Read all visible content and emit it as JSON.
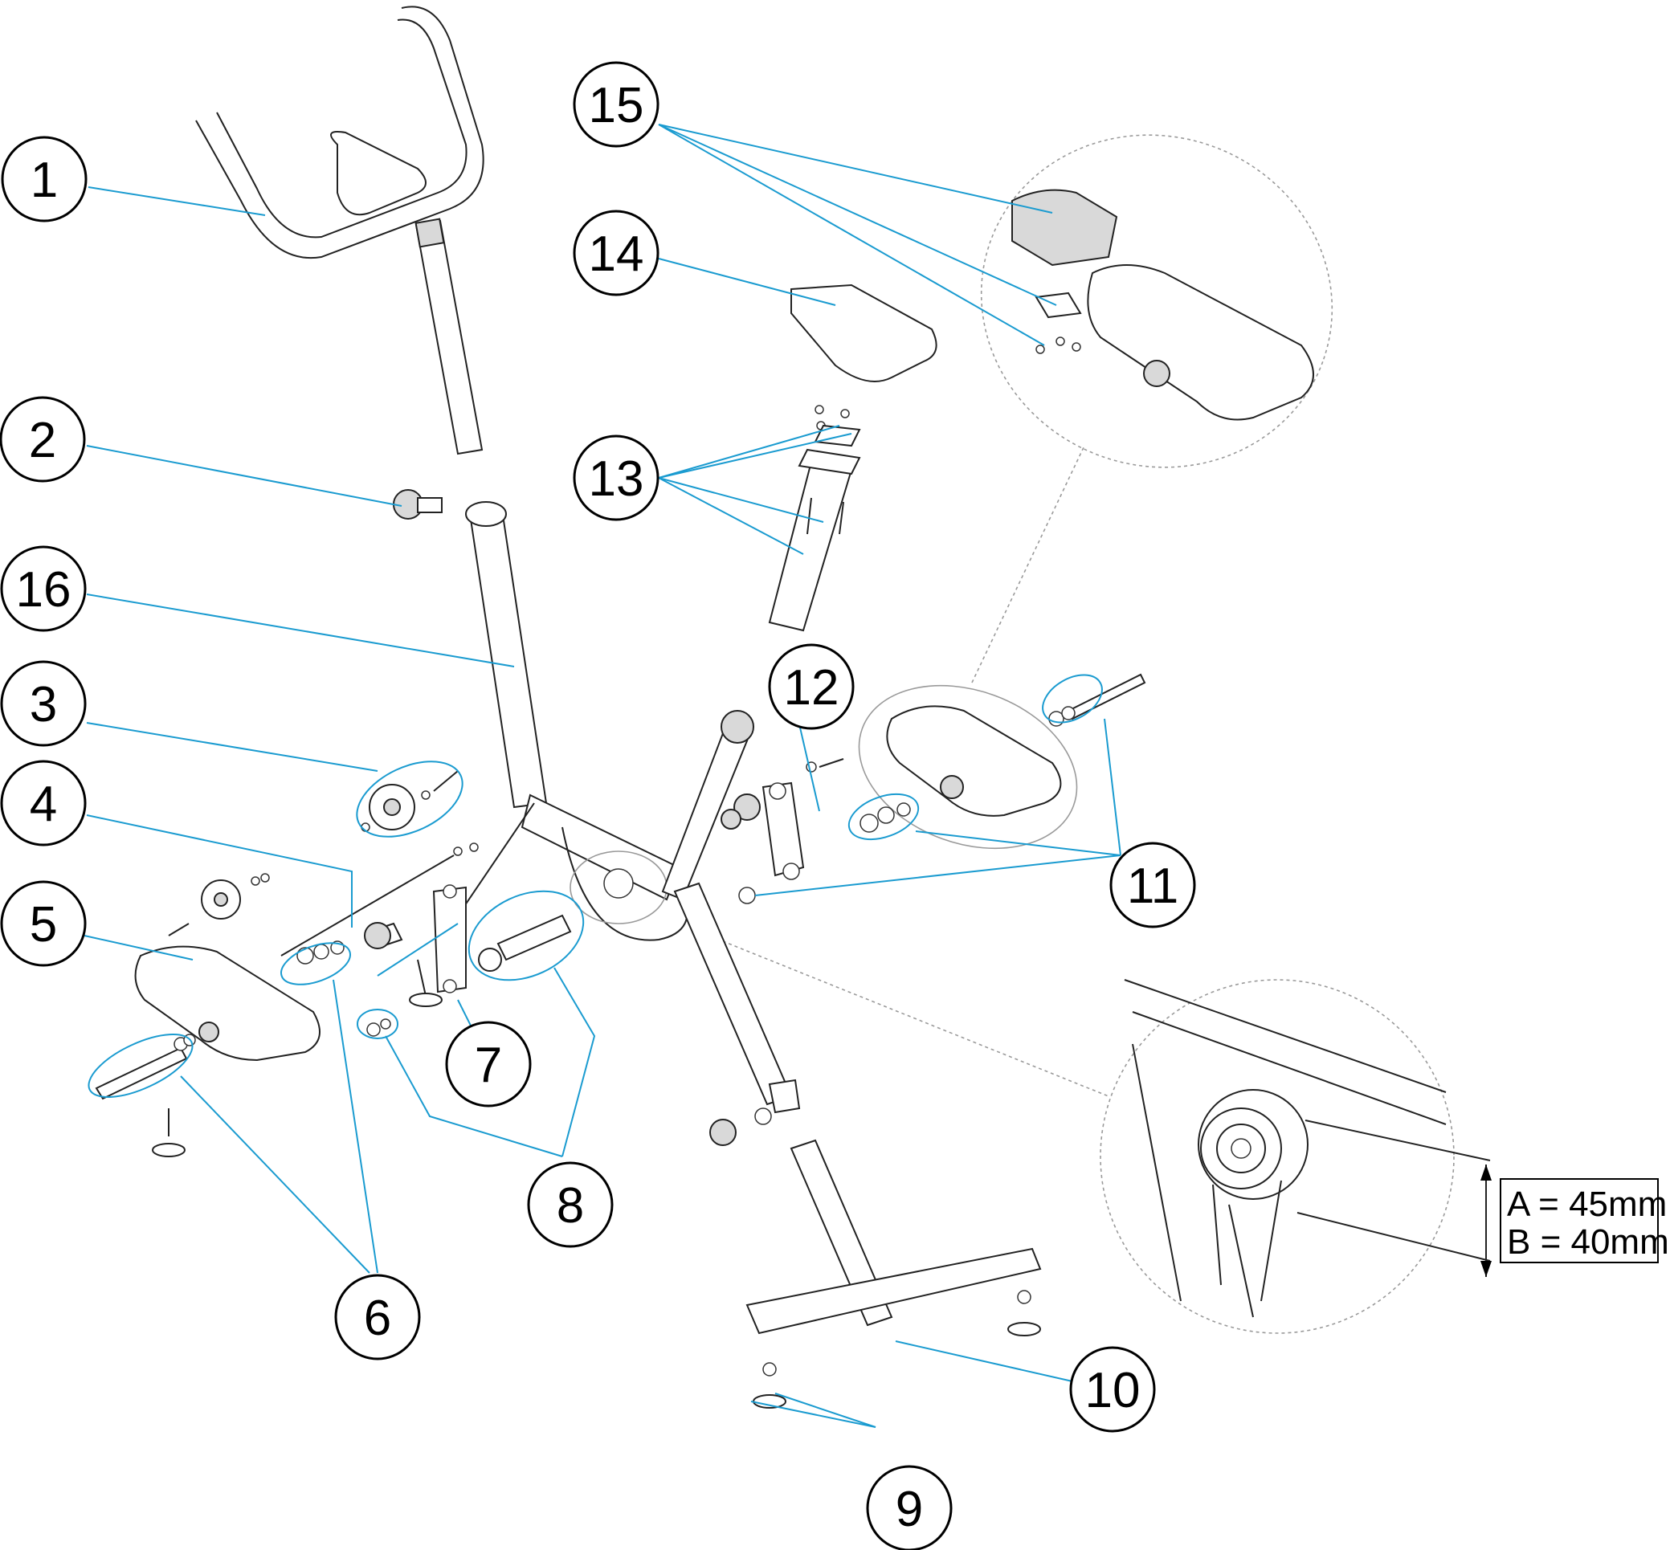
{
  "callouts": [
    {
      "id": "1",
      "label": "1"
    },
    {
      "id": "2",
      "label": "2"
    },
    {
      "id": "3",
      "label": "3"
    },
    {
      "id": "4",
      "label": "4"
    },
    {
      "id": "5",
      "label": "5"
    },
    {
      "id": "6",
      "label": "6"
    },
    {
      "id": "7",
      "label": "7"
    },
    {
      "id": "8",
      "label": "8"
    },
    {
      "id": "9",
      "label": "9"
    },
    {
      "id": "10",
      "label": "10"
    },
    {
      "id": "11",
      "label": "11"
    },
    {
      "id": "12",
      "label": "12"
    },
    {
      "id": "13",
      "label": "13"
    },
    {
      "id": "14",
      "label": "14"
    },
    {
      "id": "15",
      "label": "15"
    },
    {
      "id": "16",
      "label": "16"
    }
  ],
  "dimensions": {
    "line_a": "A = 45mm",
    "line_b": "B = 40mm"
  },
  "colors": {
    "leader": "#1a9bd0",
    "outline": "#222222"
  }
}
